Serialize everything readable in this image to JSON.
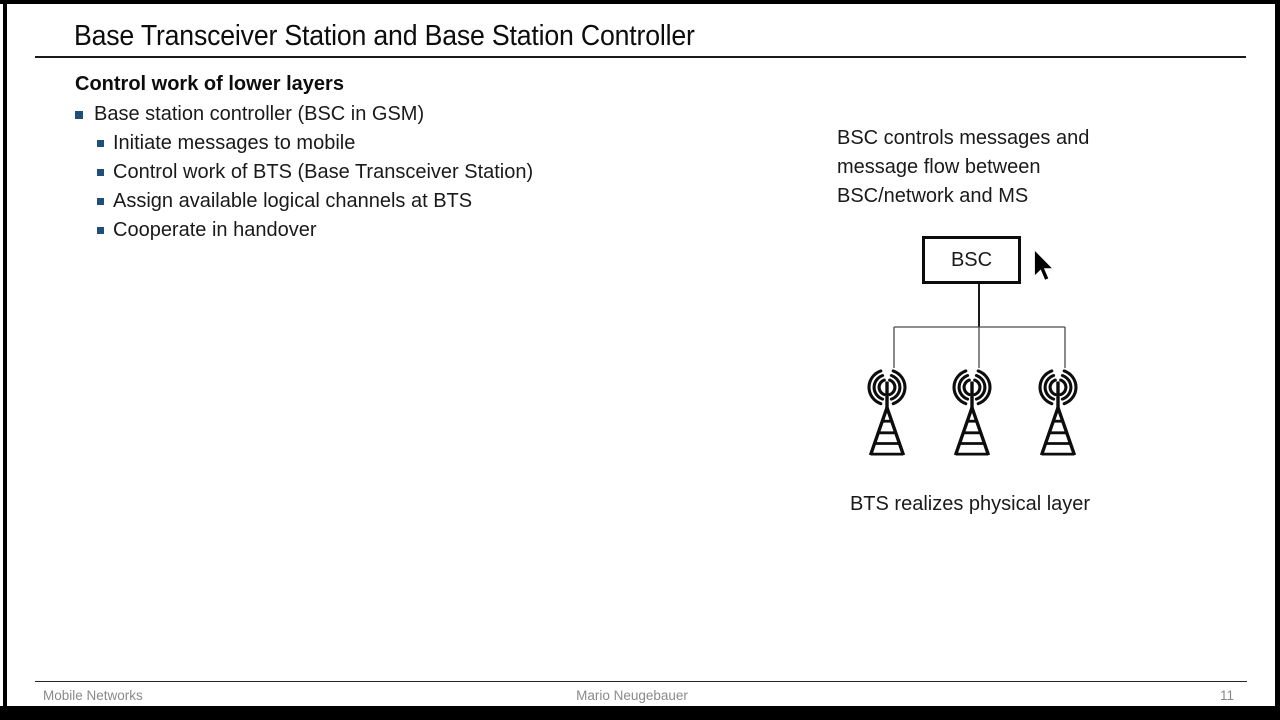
{
  "slide": {
    "title": "Base Transceiver Station and Base Station Controller",
    "content": {
      "heading": "Control work of lower layers",
      "bullets": [
        {
          "level": 1,
          "text": "Base station controller (BSC in GSM)"
        },
        {
          "level": 2,
          "text": "Initiate messages to mobile"
        },
        {
          "level": 2,
          "text": "Control work of BTS (Base Transceiver Station)"
        },
        {
          "level": 2,
          "text": "Assign available logical channels at BTS"
        },
        {
          "level": 2,
          "text": "Cooperate in handover"
        }
      ]
    },
    "diagram": {
      "caption_top_lines": [
        "BSC controls messages and",
        "message flow between",
        "BSC/network and MS"
      ],
      "node_label": "BSC",
      "tower_count": 3,
      "caption_bottom": "BTS realizes physical layer"
    },
    "footer": {
      "course": "Mobile Networks",
      "author": "Mario Neugebauer",
      "page_number": "11"
    }
  },
  "icons": {
    "bullet": "bullet-square-icon",
    "tower": "radio-tower-icon",
    "cursor": "arrow-cursor-icon"
  },
  "colors": {
    "frame_background": "#000000",
    "slide_background": "#FFFFFF",
    "body_text": "#1A1A1A",
    "bullet_square": "#1F4E79",
    "footer_text": "#8A8A8A"
  }
}
